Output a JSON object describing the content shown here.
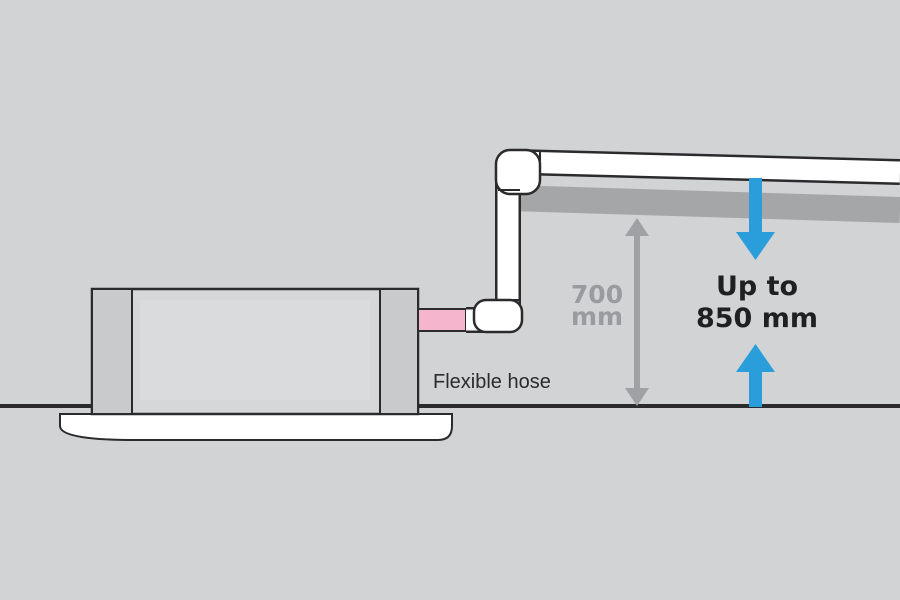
{
  "colors": {
    "background": "#d2d3d5",
    "outline": "#2b2b2d",
    "pipe": "#ffffff",
    "old_pipe_shadow": "#a5a6a8",
    "hose": "#f5b5cc",
    "arrow_new": "#2a9ddb",
    "arrow_old": "#a0a1a4",
    "unit_body": "#d6d7d9",
    "unit_panel": "#ffffff"
  },
  "labels": {
    "previous_height_value": "700",
    "previous_height_unit": "mm",
    "new_height_line1": "Up to",
    "new_height_line2": "850 mm",
    "hose_label": "Flexible hose"
  },
  "icons": {
    "double_arrow": "double-headed-arrow",
    "pointer_down": "arrow-down",
    "pointer_up": "arrow-up"
  }
}
